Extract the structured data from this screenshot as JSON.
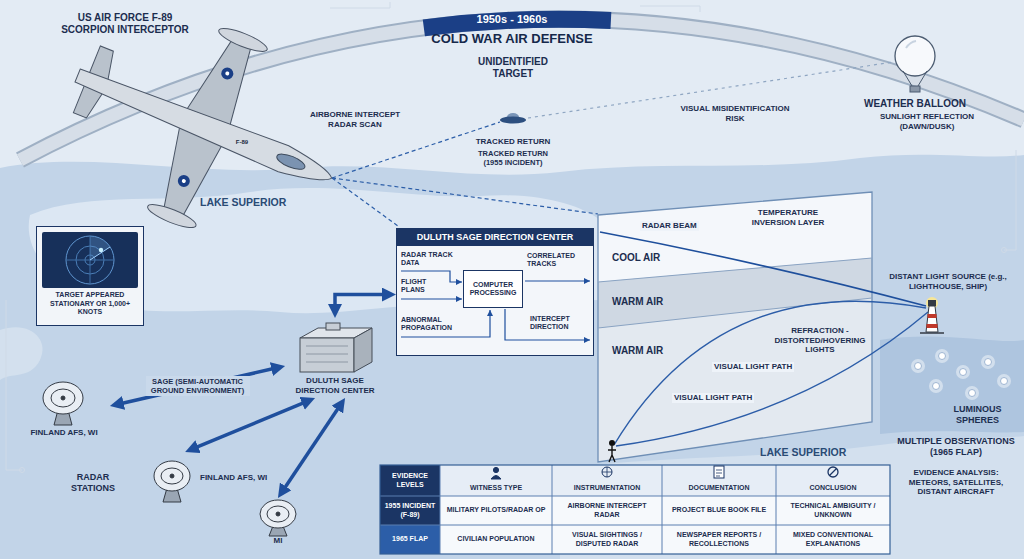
{
  "diagram": {
    "title": "COLD WAR AIR DEFENSE",
    "nodes": [
      {
        "text": [
          "DULUTH SAGE DIRECTION CENTER"
        ]
      },
      {
        "text": [
          "COMPUTER PROCESSING"
        ],
        "in": 0
      },
      {
        "text": [
          "TARGET APPEARED STATIONARY OR 1,000+ KNOTS"
        ]
      },
      {
        "text": [
          "DULUTH SAGE DIRECTION CENTER"
        ]
      },
      {
        "text": [
          "FINLAND AFS, WI"
        ]
      },
      {
        "text": [
          "FINLAND AFS, WI"
        ]
      },
      {
        "text": [
          "MI"
        ]
      }
    ],
    "edges": [
      {
        "from": 3,
        "to": 0,
        "arrow": "both"
      },
      {
        "from": 3,
        "to": 4,
        "label": "SAGE (SEMI-AUTOMATIC GROUND ENVIRONMENT)",
        "arrow": "both"
      },
      {
        "from": 3,
        "to": 5,
        "arrow": "both"
      },
      {
        "from": 3,
        "to": 6,
        "arrow": "both"
      }
    ],
    "labels": [
      "1950s - 1960s",
      "US AIR FORCE F-89 SCORPION INTERCEPTOR",
      "F-89",
      "AIRBORNE INTERCEPT RADAR SCAN",
      "UNIDENTIFIED TARGET",
      "TRACKED RETURN",
      "TRACKED RETURN (1955 INCIDENT)",
      "VISUAL MISIDENTIFICATION RISK",
      "WEATHER BALLOON",
      "SUNLIGHT REFLECTION (DAWN/DUSK)",
      "LAKE SUPERIOR",
      "RADAR TRACK DATA",
      "FLIGHT PLANS",
      "ABNORMAL PROPAGATION",
      "CORRELATED TRACKS",
      "INTERCEPT DIRECTION",
      "TEMPERATURE INVERSION LAYER",
      "RADAR BEAM",
      "COOL AIR",
      "WARM AIR",
      "WARM AIR",
      "VISUAL LIGHT PATH",
      "DISTANT LIGHT SOURCE (e.g., LIGHTHOUSE, SHIP)",
      "REFRACTION - DISTORTED/HOVERING LIGHTS",
      "VISUAL LIGHT PATH",
      "LAKE SUPERIOR",
      "LUMINOUS SPHERES",
      "MULTIPLE OBSERVATIONS (1965 FLAP)",
      "EVIDENCE ANALYSIS: METEORS, SATELLITES, DISTANT AIRCRAFT",
      "RADAR STATIONS",
      "EVIDENCE LEVELS",
      "WITNESS TYPE",
      "INSTRUMENTATION",
      "DOCUMENTATION",
      "CONCLUSION",
      "1955 INCIDENT (F-89)",
      "MILITARY PILOTS/RADAR OP",
      "AIRBORNE INTERCEPT RADAR",
      "PROJECT BLUE BOOK FILE",
      "TECHNICAL AMBIGUITY / UNKNOWN",
      "1965 FLAP",
      "CIVILIAN POPULATION",
      "VISUAL SIGHTINGS / DISPUTED RADAR",
      "NEWSPAPER REPORTS / RECOLLECTIONS",
      "MIXED CONVENTIONAL EXPLANATIONS"
    ]
  }
}
